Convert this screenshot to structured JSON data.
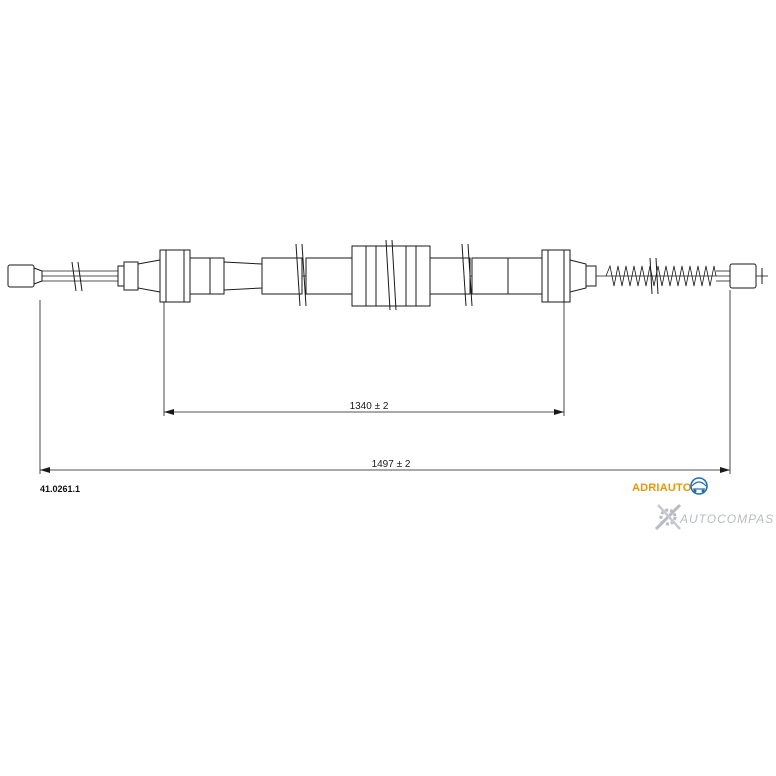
{
  "part_number": "41.0261.1",
  "dimensions": {
    "inner": "1340 ± 2",
    "overall": "1497 ± 2"
  },
  "brand": {
    "name": "ADRIAUTO",
    "color": "#f29400",
    "icon": "globe-car-icon"
  },
  "watermark": {
    "text": "AUTOCOMPAS",
    "icon": "gear-wrench-icon",
    "color": "#b7bcc3"
  }
}
